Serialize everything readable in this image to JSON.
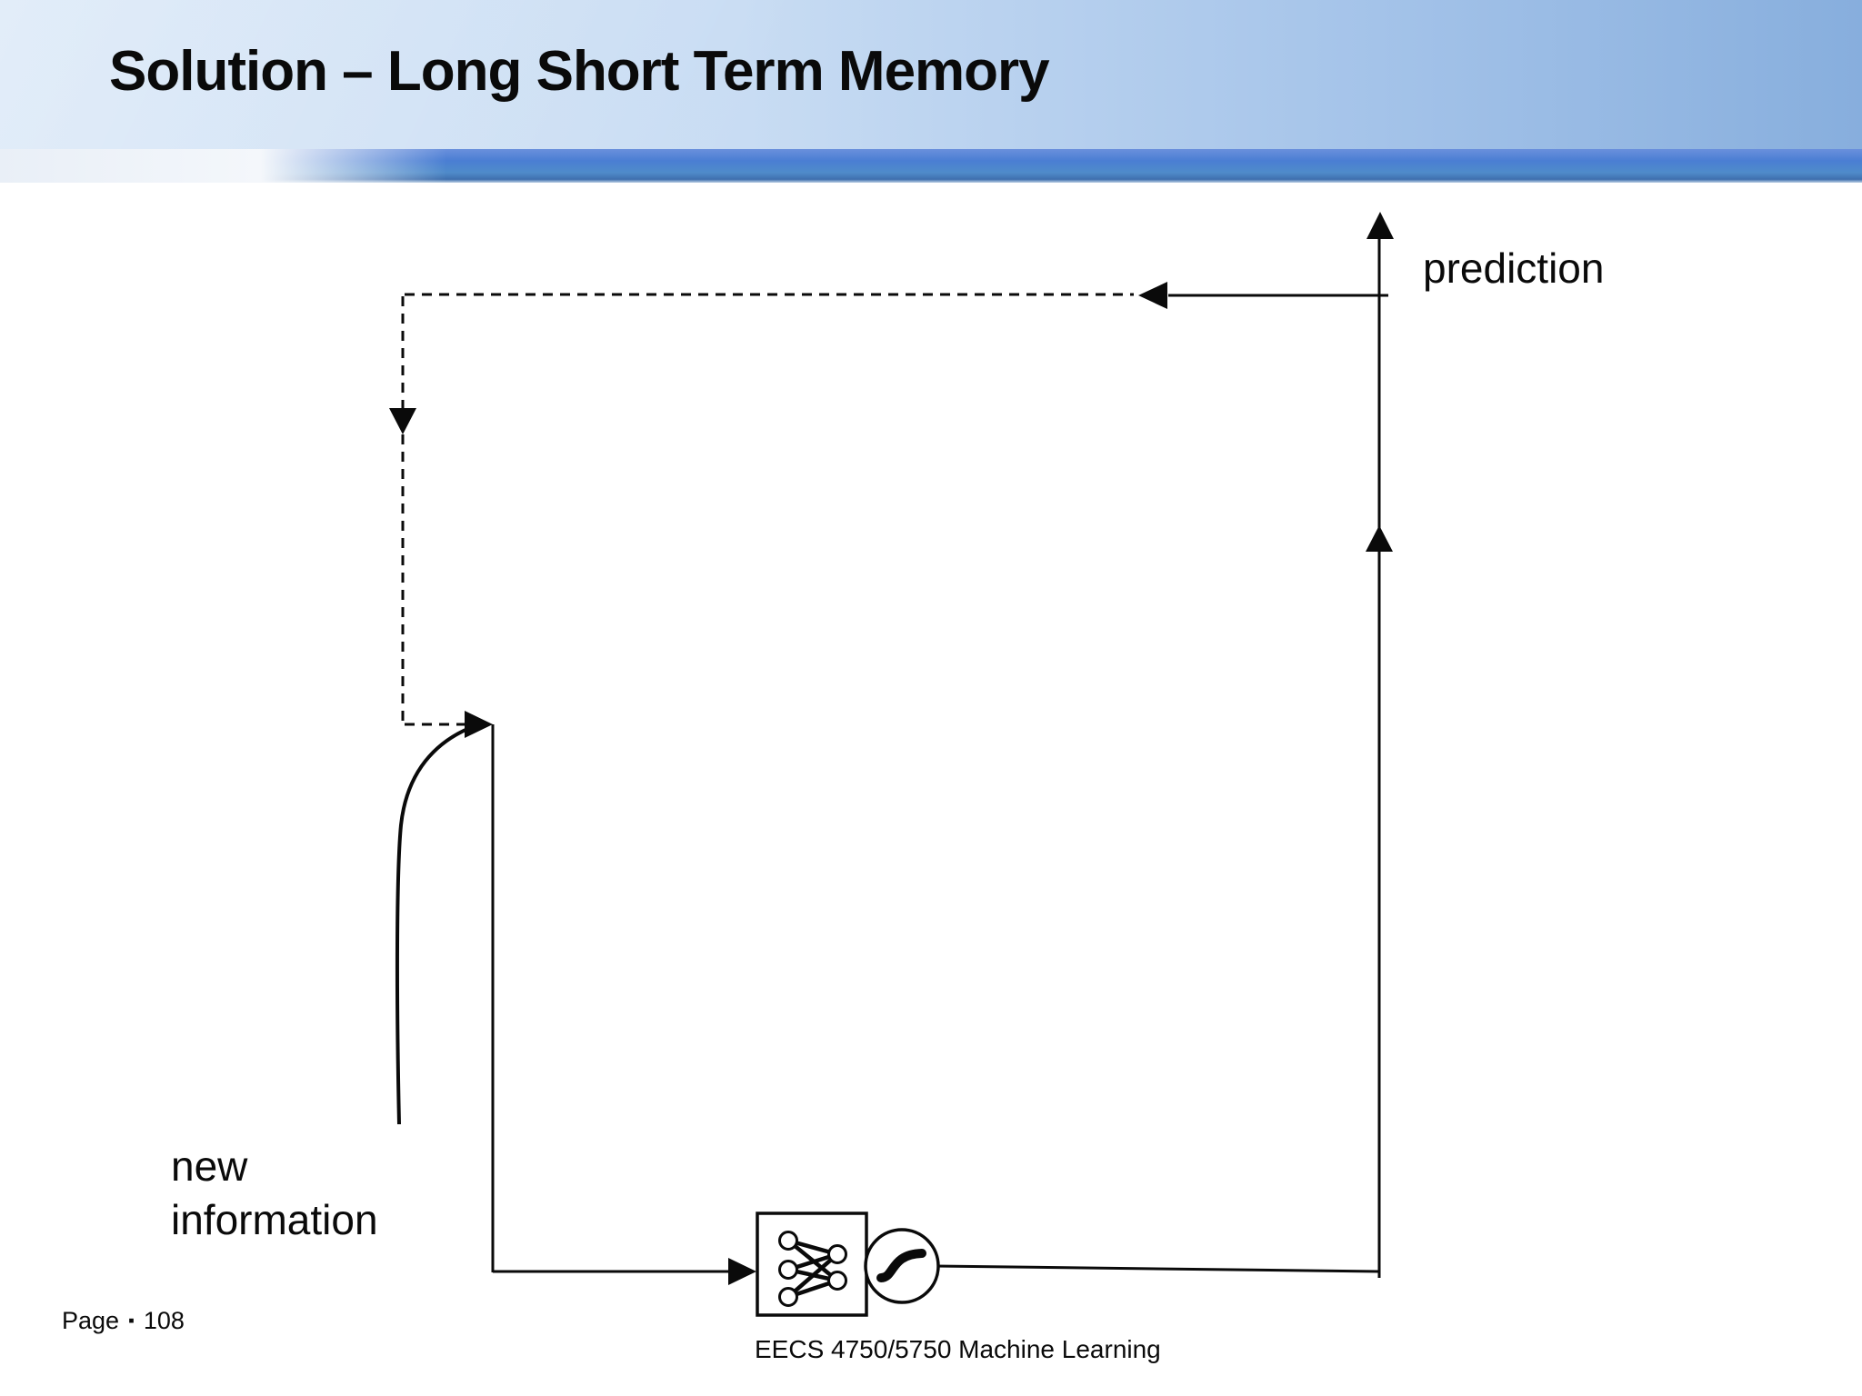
{
  "slide": {
    "title": "Solution – Long Short Term Memory",
    "background_color": "#ffffff",
    "header": {
      "gradient_left": "#cfe1f5",
      "gradient_right": "#87aedd",
      "stripe_color": "#4a7ed3"
    },
    "diagram": {
      "line_color": "#000000",
      "labels": {
        "prediction": "prediction",
        "new_information_lines": [
          "new",
          "information"
        ]
      },
      "icons": [
        {
          "name": "neural-network-icon"
        },
        {
          "name": "sigmoid-icon"
        }
      ]
    },
    "footer": {
      "page_label": "Page",
      "page_bullet": "▪",
      "page_number": "108",
      "course": "EECS 4750/5750 Machine Learning"
    }
  }
}
